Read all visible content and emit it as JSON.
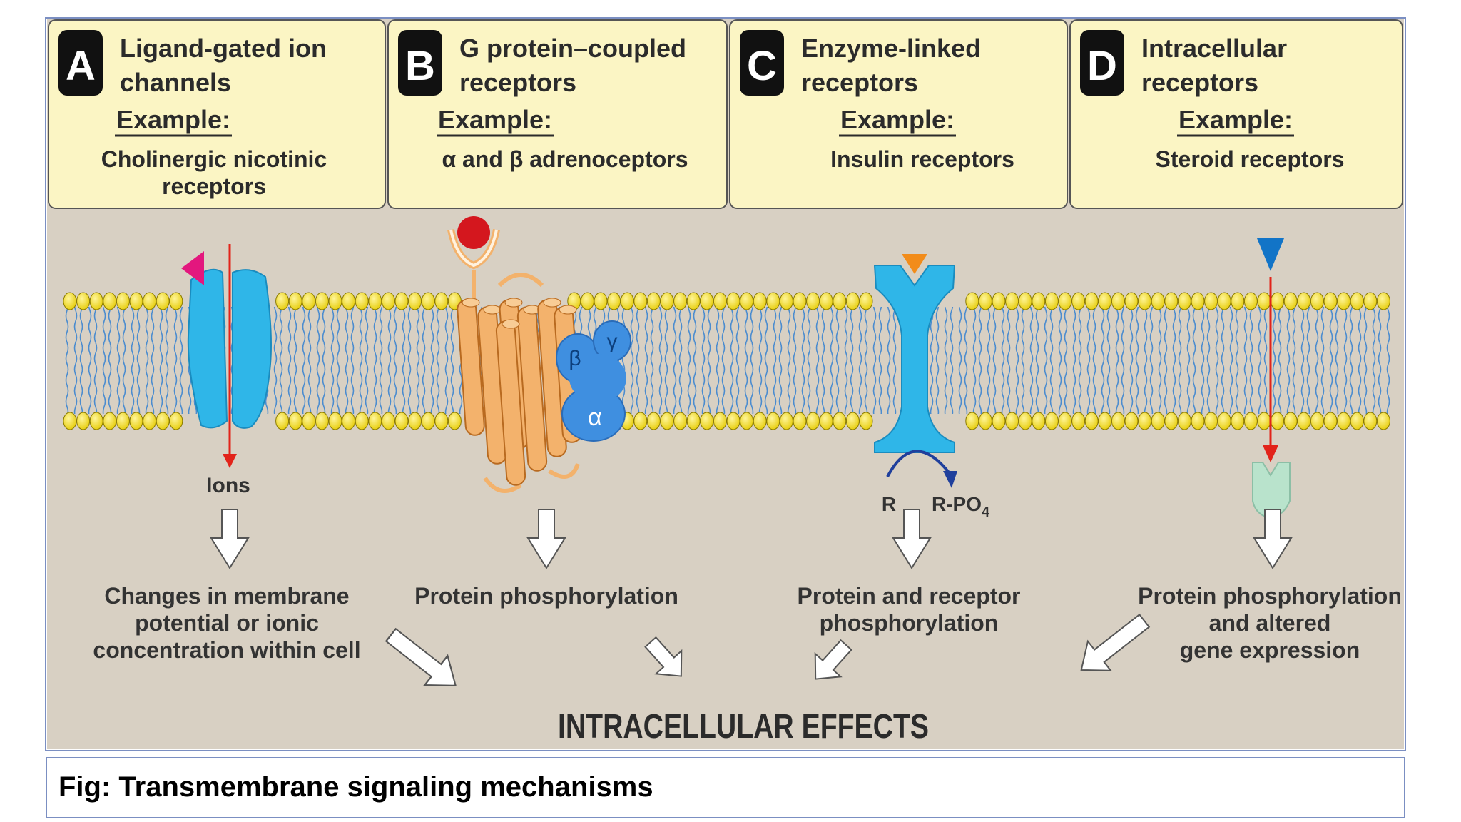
{
  "colors": {
    "header_bg": "#fbf5c4",
    "panel_bg": "#d8d0c3",
    "lipid_head": "#f2dd1a",
    "receptor_blue": "#2fb6e8",
    "gprotein_blue": "#3f8fe0",
    "helix_orange": "#f3b26c",
    "ion_arrow": "#e2231a",
    "ligand_magenta": "#e3177e",
    "ligand_red": "#d4171e",
    "ligand_orange": "#f28c1a",
    "ligand_blue": "#1274c7",
    "nuclear_receptor": "#b9e3cc",
    "frame_border": "#7b8fc2"
  },
  "panels": [
    {
      "letter": "A",
      "title_lines": [
        "Ligand-gated ion",
        "channels"
      ],
      "example_label": "Example:",
      "example_lines": [
        "Cholinergic nicotinic",
        "receptors"
      ],
      "membrane_label": "Ions",
      "outcome_lines": [
        "Changes in membrane",
        "potential or ionic",
        "concentration within cell"
      ]
    },
    {
      "letter": "B",
      "title_lines": [
        "G protein–coupled",
        "receptors"
      ],
      "example_label": "Example:",
      "example_lines": [
        "α and β adrenoceptors"
      ],
      "subunits": [
        "β",
        "γ",
        "α"
      ],
      "outcome_lines": [
        "Protein phosphorylation"
      ]
    },
    {
      "letter": "C",
      "title_lines": [
        "Enzyme-linked",
        "receptors"
      ],
      "example_label": "Example:",
      "example_lines": [
        "Insulin receptors"
      ],
      "reaction_from": "R",
      "reaction_to": "R-PO",
      "reaction_to_sub": "4",
      "outcome_lines": [
        "Protein and receptor",
        "phosphorylation"
      ]
    },
    {
      "letter": "D",
      "title_lines": [
        "Intracellular",
        "receptors"
      ],
      "example_label": "Example:",
      "example_lines": [
        "Steroid receptors"
      ],
      "outcome_lines": [
        "Protein phosphorylation",
        "and altered",
        "gene expression"
      ]
    }
  ],
  "footer_label": "INTRACELLULAR EFFECTS",
  "caption": "Fig: Transmembrane signaling mechanisms"
}
